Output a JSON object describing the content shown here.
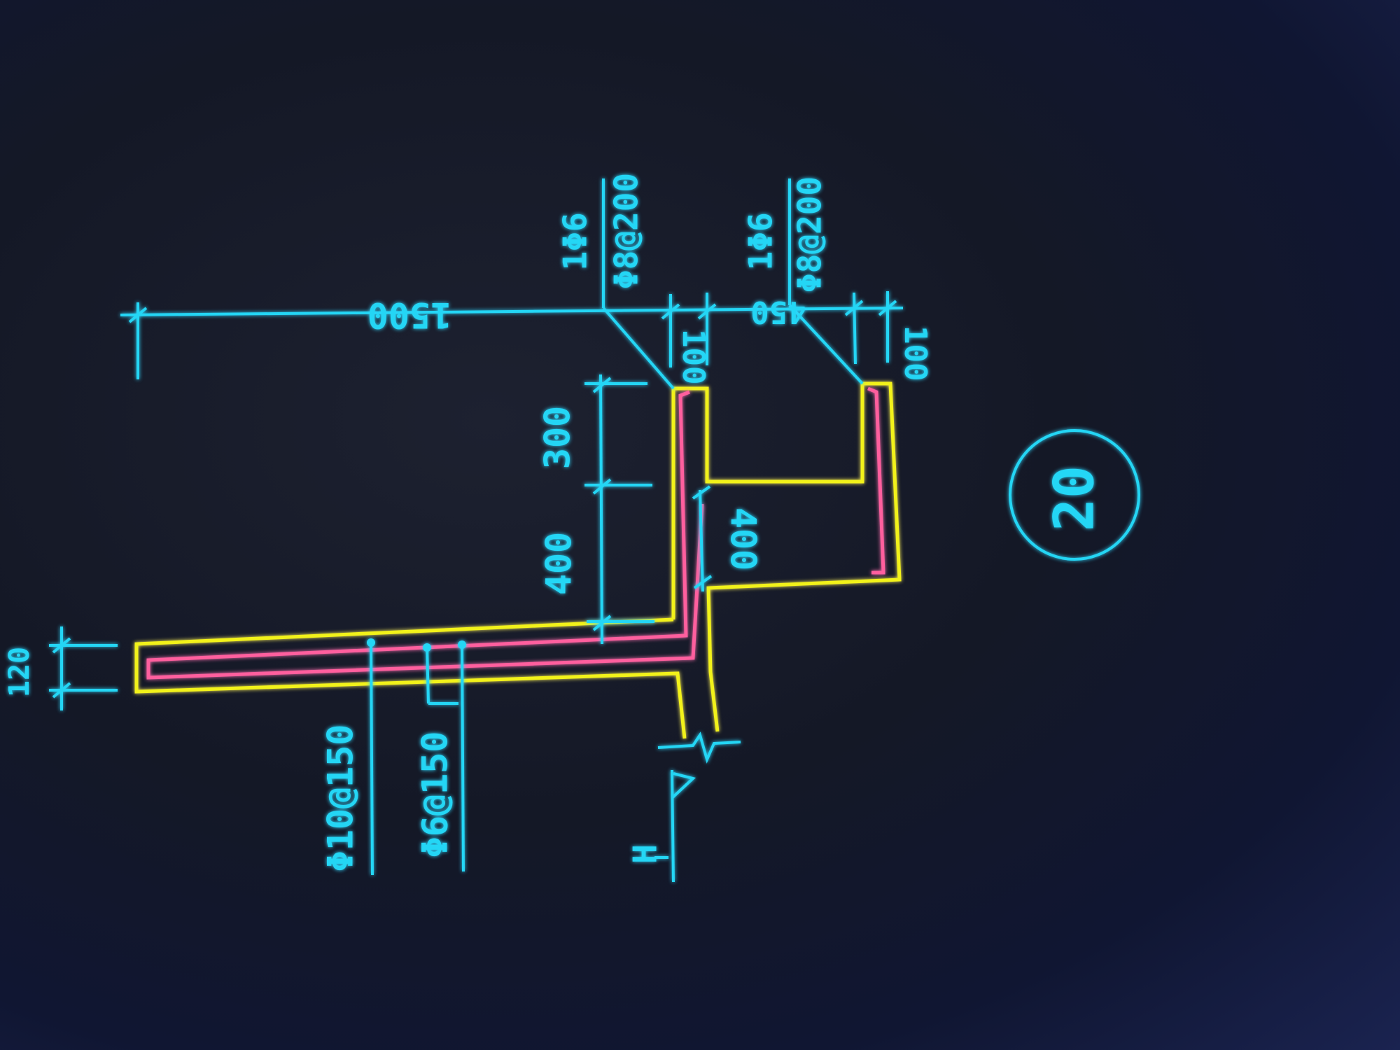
{
  "colors": {
    "dimension": "#24d6f5",
    "concrete_outline": "#f2f21a",
    "rebar": "#ff5f9e",
    "background": "#141826"
  },
  "dimensions": {
    "top_left": "1500",
    "top_mid_a": "100",
    "top_mid_b": "450",
    "top_right": "100",
    "left_upper": "300",
    "left_lower": "400",
    "inner_web": "400",
    "slab_thickness": "120"
  },
  "rebar_labels": {
    "beam1_top": "1Φ6",
    "beam1_main": "Φ8@200",
    "beam2_top": "1Φ6",
    "beam2_main": "Φ8@200",
    "slab_main": "Φ10@150",
    "slab_dist": "Φ6@150"
  },
  "elevation_mark": "H",
  "section_number": "20"
}
